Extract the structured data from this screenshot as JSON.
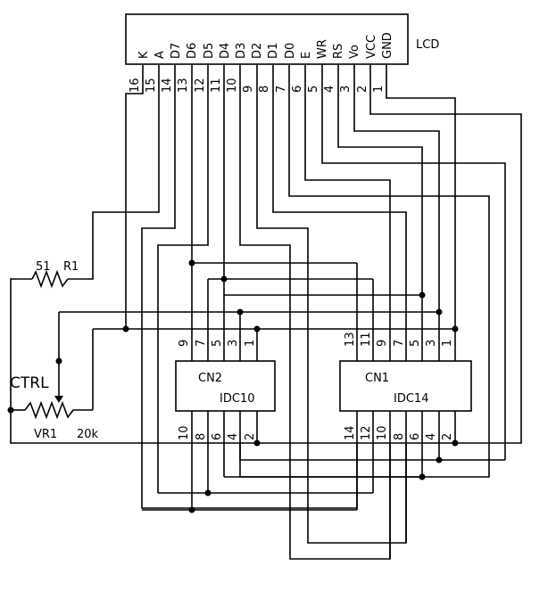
{
  "lcd": {
    "label": "LCD",
    "pin_labels": [
      "K",
      "A",
      "D7",
      "D6",
      "D5",
      "D4",
      "D3",
      "D2",
      "D1",
      "D0",
      "E",
      "WR",
      "RS",
      "Vo",
      "VCC",
      "GND"
    ],
    "pin_numbers": [
      "16",
      "15",
      "14",
      "13",
      "12",
      "11",
      "10",
      "9",
      "8",
      "7",
      "6",
      "5",
      "4",
      "3",
      "2",
      "1"
    ]
  },
  "cn2": {
    "label": "CN2",
    "type": "IDC10",
    "top_pins": [
      "9",
      "7",
      "5",
      "3",
      "1"
    ],
    "bottom_pins": [
      "10",
      "8",
      "6",
      "4",
      "2"
    ]
  },
  "cn1": {
    "label": "CN1",
    "type": "IDC14",
    "top_pins": [
      "13",
      "11",
      "9",
      "7",
      "5",
      "3",
      "1"
    ],
    "bottom_pins": [
      "14",
      "12",
      "10",
      "8",
      "6",
      "4",
      "2"
    ]
  },
  "r1": {
    "value": "51",
    "name": "R1"
  },
  "vr1": {
    "name": "VR1",
    "value": "20k",
    "ctrl_label": "CTRL"
  }
}
